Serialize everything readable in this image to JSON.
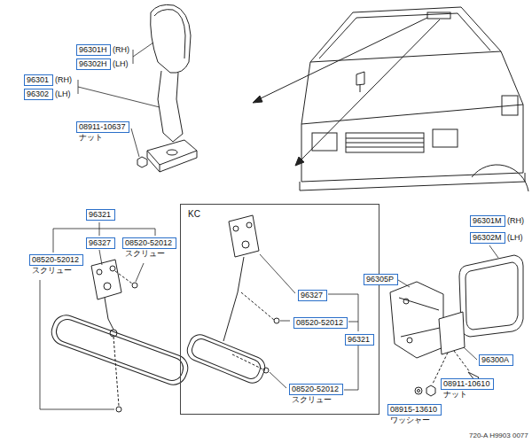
{
  "diagram": {
    "nodes": [
      {
        "text": [
          "96301H"
        ]
      },
      {
        "text": [
          "96302H"
        ]
      },
      {
        "text": [
          "96301"
        ]
      },
      {
        "text": [
          "96302"
        ]
      },
      {
        "text": [
          "08911-10637"
        ]
      },
      {
        "text": [
          "96321"
        ]
      },
      {
        "text": [
          "96327"
        ]
      },
      {
        "text": [
          "08520-52012"
        ]
      },
      {
        "text": [
          "08520-52012"
        ]
      },
      {
        "text": [
          "KC"
        ]
      },
      {
        "text": [
          "96327"
        ],
        "in": 9
      },
      {
        "text": [
          "08520-52012"
        ],
        "in": 9
      },
      {
        "text": [
          "96321"
        ],
        "in": 9
      },
      {
        "text": [
          "08520-52012"
        ],
        "in": 9
      },
      {
        "text": [
          "96301M"
        ]
      },
      {
        "text": [
          "96302M"
        ]
      },
      {
        "text": [
          "96305P"
        ]
      },
      {
        "text": [
          "96300A"
        ]
      },
      {
        "text": [
          "08911-10610"
        ]
      },
      {
        "text": [
          "08915-13610"
        ]
      }
    ],
    "labels": [
      "(RH)",
      "(LH)",
      "(RH)",
      "(LH)",
      "ナット",
      "スクリュー",
      "スクリュー",
      "スクリュー",
      "(RH)",
      "(LH)",
      "ナット",
      "ワッシャー",
      "720-A H9903 0077"
    ]
  }
}
